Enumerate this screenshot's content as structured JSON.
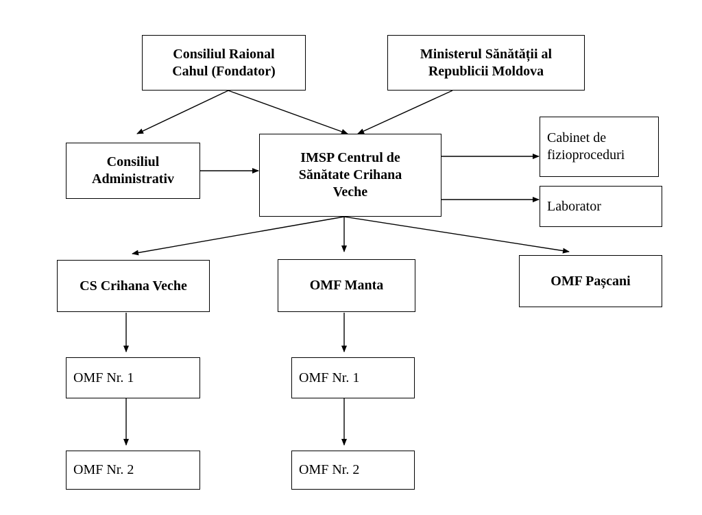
{
  "nodes": {
    "consiliul_raional": {
      "line1": "Consiliul Raional",
      "line2": "Cahul (Fondator)"
    },
    "ministerul_sanatatii": {
      "line1": "Ministerul Sănătății al",
      "line2": "Republicii Moldova"
    },
    "consiliul_administrativ": {
      "line1": "Consiliul",
      "line2": "Administrativ"
    },
    "imsp_centrul": {
      "line1": "IMSP Centrul de",
      "line2": "Sănătate Crihana",
      "line3": "Veche"
    },
    "cabinet_fizioproceduri": {
      "line1": "Cabinet de",
      "line2": "fizioproceduri"
    },
    "laborator": {
      "label": "Laborator"
    },
    "cs_crihana_veche": {
      "label": "CS Crihana Veche"
    },
    "omf_manta": {
      "label": "OMF Manta"
    },
    "omf_pascani": {
      "label": "OMF Pașcani"
    },
    "cs_omf_nr1": {
      "label": "OMF Nr. 1"
    },
    "cs_omf_nr2": {
      "label": "OMF Nr. 2"
    },
    "manta_omf_nr1": {
      "label": "OMF Nr. 1"
    },
    "manta_omf_nr2": {
      "label": "OMF Nr. 2"
    }
  },
  "colors": {
    "line": "#000000",
    "box_border": "#000000",
    "background": "#ffffff"
  }
}
